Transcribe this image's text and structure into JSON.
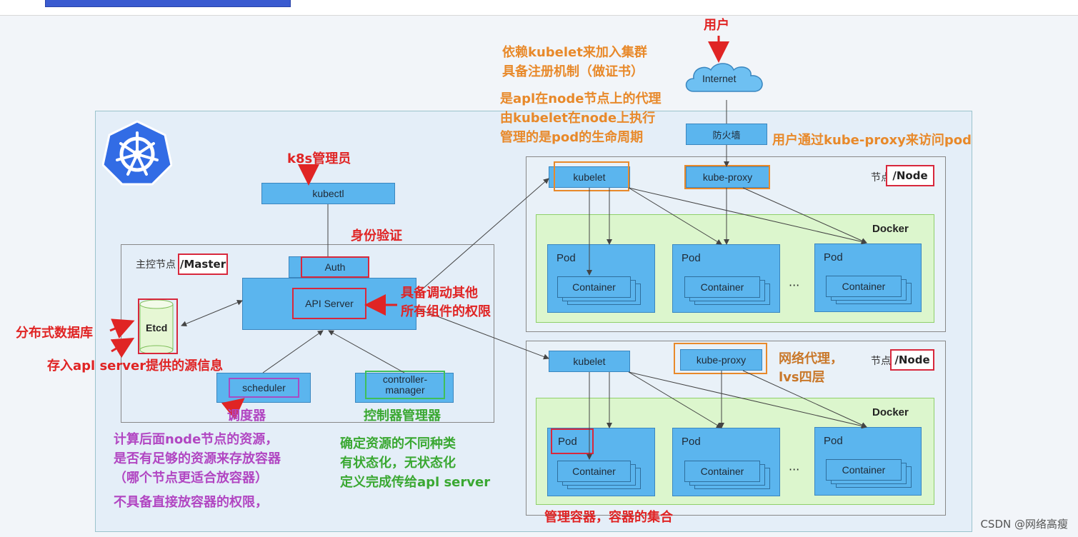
{
  "user_label": "用户",
  "internet_label": "Internet",
  "firewall_label": "防火墙",
  "notes": {
    "kubelet_join": "依赖kubelet来加入集群",
    "register": "具备注册机制（做证书）",
    "api_agent": "是apl在node节点上的代理",
    "kubelet_exec": "由kubelet在node上执行",
    "pod_lifecycle": "管理的是pod的生命周期",
    "proxy_access": "用户通过kube-proxy来访问pod",
    "admin": "k8s管理员",
    "auth_verify": "身份验证",
    "api_power_1": "具备调动其他",
    "api_power_2": "所有组件的权限",
    "distributed_db": "分布式数据库",
    "store_source": "存入apl server提供的源信息",
    "scheduler_cn": "调度器",
    "controller_cn": "控制器管理器",
    "sched_desc_1": "计算后面node节点的资源，",
    "sched_desc_2": "是否有足够的资源来存放容器",
    "sched_desc_3": "（哪个节点更适合放容器）",
    "sched_desc_4": "不具备直接放容器的权限，",
    "ctrl_desc_1": "确定资源的不同种类",
    "ctrl_desc_2": "有状态化，无状态化",
    "ctrl_desc_3": "定义完成传给apl server",
    "net_proxy_1": "网络代理，",
    "net_proxy_2": "lvs四层",
    "manage_containers": "管理容器，容器的集合"
  },
  "master": {
    "tag_prefix": "主控节点",
    "tag": "/Master",
    "kubectl": "kubectl",
    "auth": "Auth",
    "api_server": "API Server",
    "etcd": "Etcd",
    "scheduler": "scheduler",
    "controller_manager": "controller-manager"
  },
  "node1": {
    "tag_prefix": "节点",
    "tag": "/Node",
    "kubelet": "kubelet",
    "kube_proxy": "kube-proxy",
    "docker": "Docker",
    "pods": [
      {
        "label": "Pod",
        "container": "Container"
      },
      {
        "label": "Pod",
        "container": "Container"
      },
      {
        "label": "Pod",
        "container": "Container"
      }
    ],
    "ellipsis": "···"
  },
  "node2": {
    "tag_prefix": "节点",
    "tag": "/Node",
    "kubelet": "kubelet",
    "kube_proxy": "kube-proxy",
    "docker": "Docker",
    "pods": [
      {
        "label": "Pod",
        "container": "Container"
      },
      {
        "label": "Pod",
        "container": "Container"
      },
      {
        "label": "Pod",
        "container": "Container"
      }
    ],
    "ellipsis": "···"
  },
  "watermark": "CSDN @网络高瘦",
  "colors": {
    "component_blue": "#5bb5ee",
    "docker_green": "#dcf6cd",
    "annotation_red": "#e02424",
    "annotation_orange": "#e8892a",
    "annotation_green": "#3aa832",
    "annotation_purple": "#b146c2",
    "k8s_logo": "#326ce5"
  }
}
